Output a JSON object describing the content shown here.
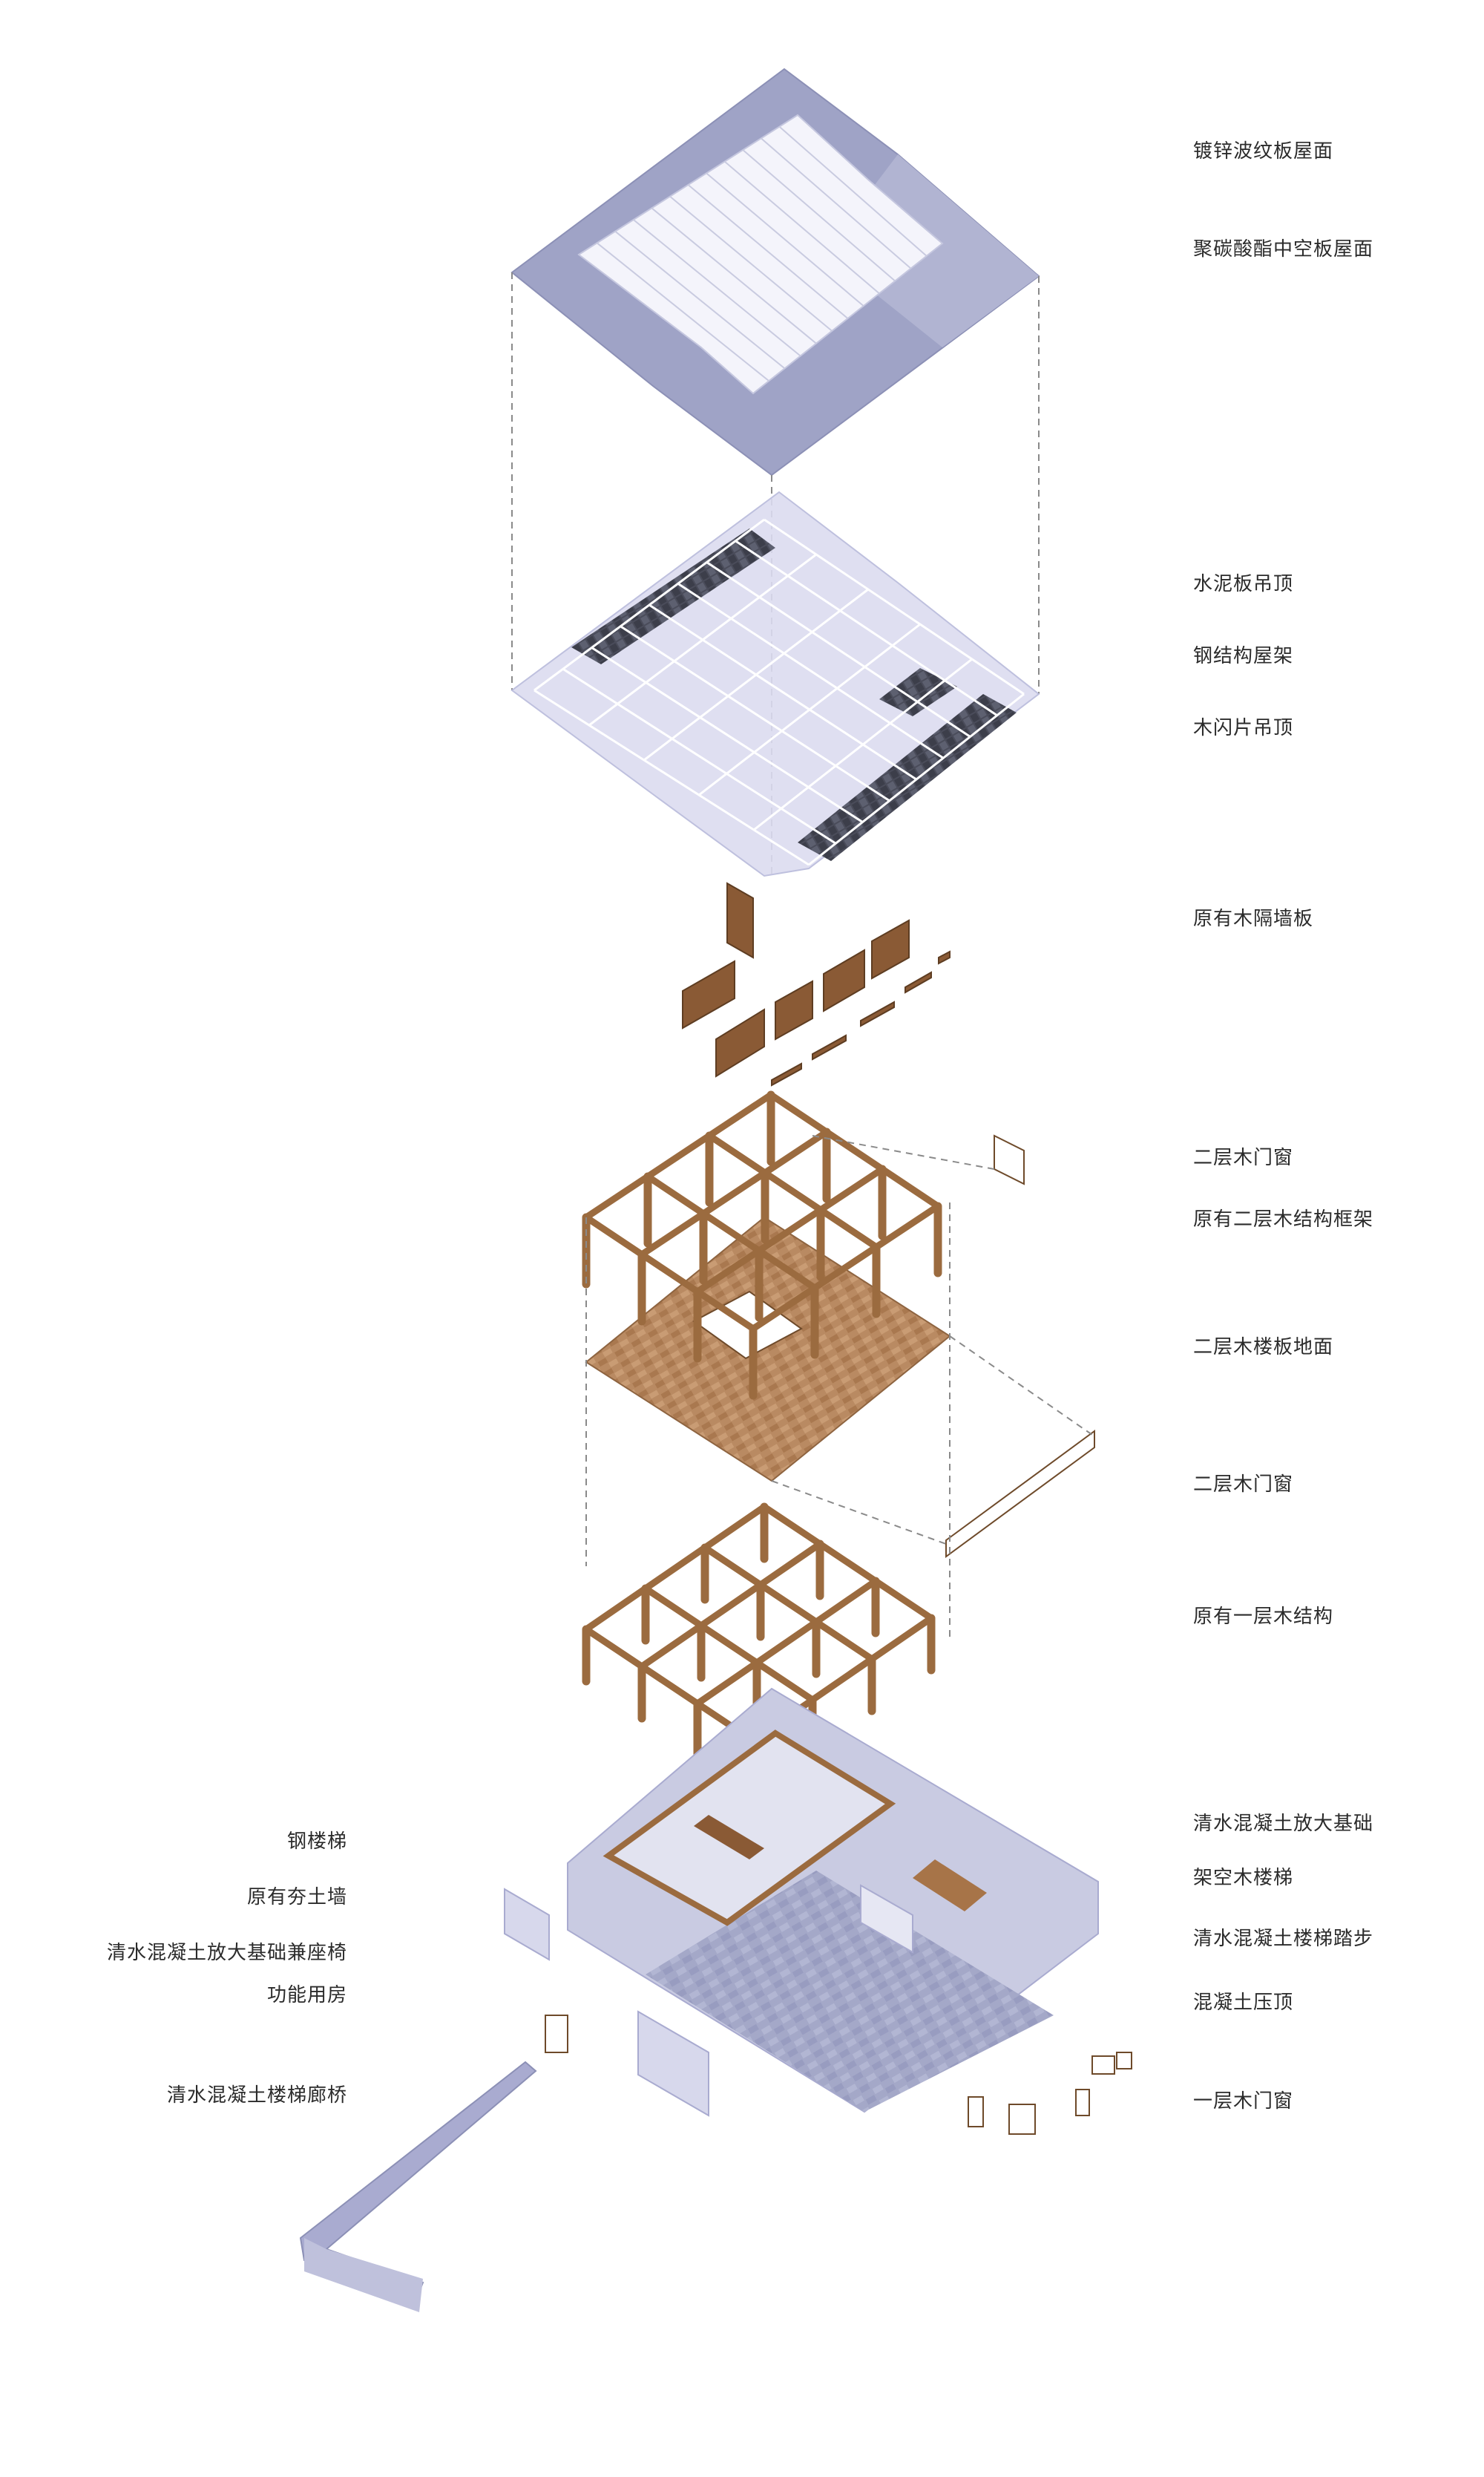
{
  "diagram": {
    "layers": [
      {
        "id": "roof",
        "labels": [
          "镀锌波纹板屋面",
          "聚碳酸酯中空板屋面"
        ]
      },
      {
        "id": "ceiling",
        "labels": [
          "水泥板吊顶",
          "钢结构屋架",
          "木闪片吊顶"
        ]
      },
      {
        "id": "partition",
        "labels": [
          "原有木隔墙板"
        ]
      },
      {
        "id": "second-floor",
        "labels": [
          "二层木门窗",
          "原有二层木结构框架",
          "二层木楼板地面",
          "二层木门窗"
        ]
      },
      {
        "id": "first-structure",
        "labels": [
          "原有一层木结构"
        ]
      },
      {
        "id": "ground",
        "labels": [
          "清水混凝土放大基础",
          "架空木楼梯",
          "清水混凝土楼梯踏步",
          "混凝土压顶",
          "一层木门窗",
          "钢楼梯",
          "原有夯土墙",
          "清水混凝土放大基础兼座椅",
          "功能用房",
          "清水混凝土楼梯廊桥"
        ]
      }
    ],
    "labels_right": [
      "镀锌波纹板屋面",
      "聚碳酸酯中空板屋面",
      "水泥板吊顶",
      "钢结构屋架",
      "木闪片吊顶",
      "原有木隔墙板",
      "二层木门窗",
      "原有二层木结构框架",
      "二层木楼板地面",
      "二层木门窗",
      "原有一层木结构",
      "清水混凝土放大基础",
      "架空木楼梯",
      "清水混凝土楼梯踏步",
      "混凝土压顶",
      "一层木门窗"
    ],
    "labels_left": [
      "钢楼梯",
      "原有夯土墙",
      "清水混凝土放大基础兼座椅",
      "功能用房",
      "清水混凝土楼梯廊桥"
    ],
    "colors": {
      "roof_metal": "#9fa3c6",
      "roof_metal_dark": "#8c90b6",
      "polycarbonate": "#f4f4fb",
      "ceiling_board": "#dcdcf0",
      "wood_shingle": "#4a4c5a",
      "timber": "#9b6b3f",
      "timber_dark": "#6e4a2a",
      "floor_wood": "#b98a62",
      "concrete": "#c9cbe2",
      "concrete_dark": "#a9abd0",
      "leader_line": "#8a8a8a",
      "label_text": "#2b2b2b"
    }
  }
}
